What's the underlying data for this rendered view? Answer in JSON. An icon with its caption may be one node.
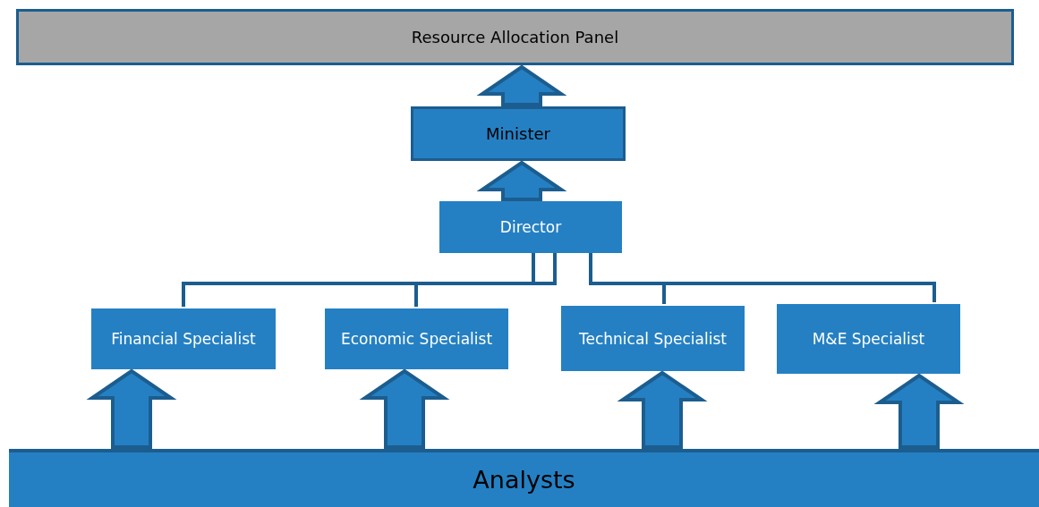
{
  "diagram": {
    "nodes": [
      {
        "text": [
          "Resource Allocation Panel"
        ]
      },
      {
        "text": [
          "Minister"
        ]
      },
      {
        "text": [
          "Director"
        ]
      },
      {
        "text": [
          "Financial Specialist"
        ]
      },
      {
        "text": [
          "Economic Specialist"
        ]
      },
      {
        "text": [
          "Technical Specialist"
        ]
      },
      {
        "text": [
          "M&E Specialist"
        ]
      },
      {
        "text": [
          "Analysts"
        ]
      }
    ],
    "edges": [
      {
        "from": 1,
        "to": 0,
        "arrow": "to",
        "style": "thick"
      },
      {
        "from": 2,
        "to": 1,
        "arrow": "to",
        "style": "thick"
      },
      {
        "from": 2,
        "to": 3,
        "arrow": "none"
      },
      {
        "from": 2,
        "to": 4,
        "arrow": "none"
      },
      {
        "from": 2,
        "to": 5,
        "arrow": "none"
      },
      {
        "from": 2,
        "to": 6,
        "arrow": "none"
      },
      {
        "from": 7,
        "to": 3,
        "arrow": "to",
        "style": "thick"
      },
      {
        "from": 7,
        "to": 4,
        "arrow": "to",
        "style": "thick"
      },
      {
        "from": 7,
        "to": 5,
        "arrow": "to",
        "style": "thick"
      },
      {
        "from": 7,
        "to": 6,
        "arrow": "to",
        "style": "thick"
      }
    ]
  }
}
